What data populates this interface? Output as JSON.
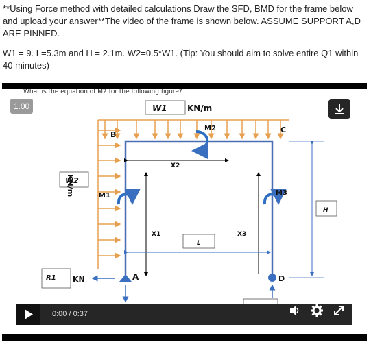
{
  "question": {
    "paragraph1": "**Using Force method with detailed calculations Draw the SFD, BMD for the frame below and upload your answer**The video of the frame is shown below. ASSUME SUPPORT A,D ARE PINNED.",
    "paragraph2": "W1 = 9. L=5.3m and H = 2.1m. W2=0.5*W1. (Tip: You should aim to solve entire Q1 within 40 minutes)"
  },
  "video": {
    "caption": "What is the equation of M2 for the following figure?",
    "speed": "1.00",
    "time": "0:00 / 0:37",
    "labels": {
      "w1": "W1",
      "kn_per_m_top": "KN/m",
      "m2": "M2",
      "b": "B",
      "c": "C",
      "x2": "X2",
      "kn_per_m_left": "KN/m",
      "w2": "W2",
      "m1": "M1",
      "m3": "M3",
      "h": "H",
      "x1": "X1",
      "x3": "X3",
      "l": "L",
      "r1": "R1",
      "kn": "KN",
      "a": "A",
      "d": "D"
    }
  },
  "colors": {
    "frame": "#4a6fb5",
    "load": "#e8a050",
    "support": "#3a6fc0",
    "moment_arrow": "#2f6fc2",
    "control_bar": "#262626"
  },
  "icons": [
    "play-icon",
    "volume-icon",
    "settings-icon",
    "fullscreen-icon",
    "download-icon"
  ]
}
